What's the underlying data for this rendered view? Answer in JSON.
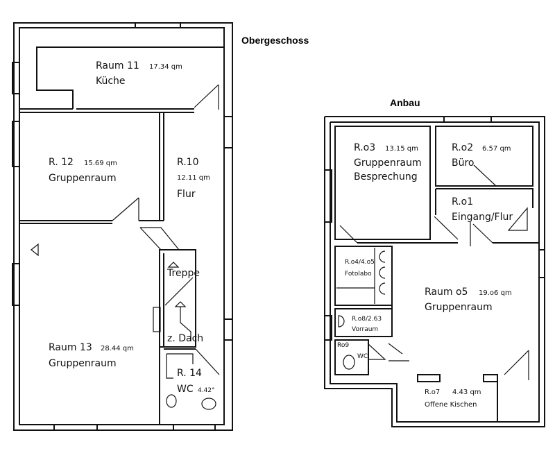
{
  "headings": {
    "upper_floor": "Obergeschoss",
    "annex": "Anbau"
  },
  "obergeschoss": {
    "r11": {
      "name": "Raum 11",
      "area": "17.34 qm",
      "use": "Küche"
    },
    "r12": {
      "name": "R. 12",
      "area": "15.69 qm",
      "use": "Gruppenraum"
    },
    "r10": {
      "name": "R.10",
      "area": "12.11 qm",
      "use": "Flur"
    },
    "stairs": {
      "label": "Treppe",
      "roof": "z. Dach"
    },
    "r13": {
      "name": "Raum 13",
      "area": "28.44 qm",
      "use": "Gruppenraum"
    },
    "r14": {
      "name": "R. 14",
      "use": "WC",
      "area": "4.42°"
    }
  },
  "anbau": {
    "ro3": {
      "name": "R.o3",
      "area": "13.15 qm",
      "use": "Gruppenraum",
      "use2": "Besprechung"
    },
    "ro2": {
      "name": "R.o2",
      "area": "6.57 qm",
      "use": "Büro"
    },
    "ro1": {
      "name": "R.o1",
      "use": "Eingang/Flur"
    },
    "ro4": {
      "name": "R.o4/4.o5",
      "use": "Fotolabo"
    },
    "ro5": {
      "name": "Raum o5",
      "area": "19.o6 qm",
      "use": "Gruppenraum"
    },
    "ro8": {
      "name": "R.o8/2.63",
      "use": "Vorraum"
    },
    "ro9": {
      "name": "Ro9",
      "use": "WC"
    },
    "ro7": {
      "name": "R.o7",
      "area": "4.43 qm",
      "use": "Offene Kischen"
    }
  }
}
